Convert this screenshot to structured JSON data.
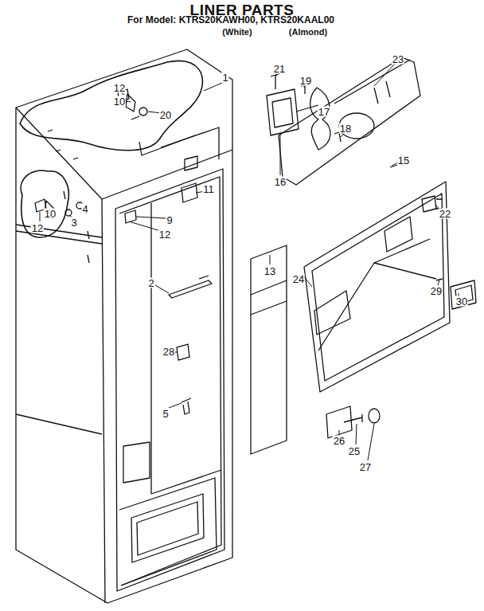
{
  "diagram": {
    "title": "LINER PARTS",
    "labels": [
      "For Model: KTRS20KAWH00, KTRS20KAAL00",
      "(White)",
      "(Almond)",
      "1",
      "21",
      "19",
      "23",
      "12",
      "10",
      "20",
      "17",
      "18",
      "15",
      "16",
      "11",
      "4",
      "10",
      "3",
      "12",
      "9",
      "12",
      "22",
      "24",
      "13",
      "2",
      "29",
      "30",
      "28",
      "5",
      "26",
      "25",
      "27"
    ]
  }
}
